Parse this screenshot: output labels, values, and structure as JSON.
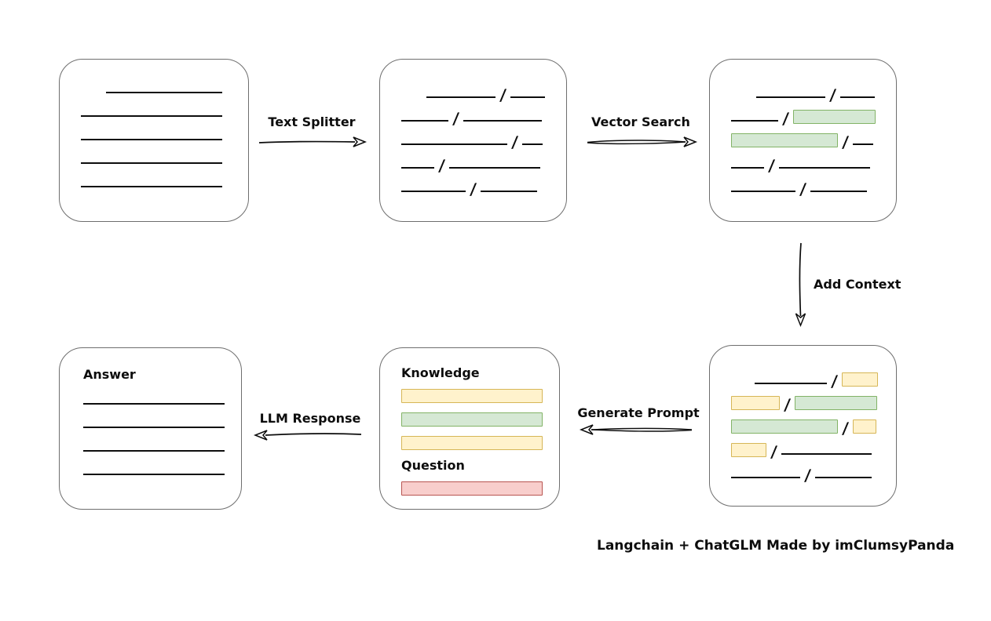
{
  "colors": {
    "background": "#ffffff",
    "box_border": "#6e6e6e",
    "line": "#0d0d0d",
    "green_fill": "#d5e8d4",
    "green_border": "#82b366",
    "yellow_fill": "#fff2cc",
    "yellow_border": "#d6b656",
    "red_fill": "#f8cecc",
    "red_border": "#b85450"
  },
  "arrows": {
    "text_splitter": {
      "label": "Text Splitter"
    },
    "vector_search": {
      "label": "Vector Search"
    },
    "add_context": {
      "label": "Add Context"
    },
    "generate_prompt": {
      "label": "Generate Prompt"
    },
    "llm_response": {
      "label": "LLM Response"
    }
  },
  "nodes": {
    "document": {
      "rows": [
        {
          "indent": 32,
          "segments": [
            {
              "kind": "line",
              "w": 148
            }
          ]
        },
        {
          "segments": [
            {
              "kind": "line",
              "w": 180
            }
          ]
        },
        {
          "segments": [
            {
              "kind": "line",
              "w": 180
            }
          ]
        },
        {
          "segments": [
            {
              "kind": "line",
              "w": 180
            }
          ]
        },
        {
          "segments": [
            {
              "kind": "line",
              "w": 180
            }
          ]
        }
      ]
    },
    "split_text": {
      "rows": [
        {
          "indent": 32,
          "segments": [
            {
              "kind": "line",
              "w": 88
            },
            {
              "kind": "slash"
            },
            {
              "kind": "line",
              "w": 44
            }
          ]
        },
        {
          "segments": [
            {
              "kind": "line",
              "w": 60
            },
            {
              "kind": "slash"
            },
            {
              "kind": "line",
              "w": 100
            }
          ]
        },
        {
          "segments": [
            {
              "kind": "line",
              "w": 135
            },
            {
              "kind": "slash"
            },
            {
              "kind": "line",
              "w": 26
            }
          ]
        },
        {
          "segments": [
            {
              "kind": "line",
              "w": 42
            },
            {
              "kind": "slash"
            },
            {
              "kind": "line",
              "w": 116
            }
          ]
        },
        {
          "segments": [
            {
              "kind": "line",
              "w": 82
            },
            {
              "kind": "slash"
            },
            {
              "kind": "line",
              "w": 72
            }
          ]
        }
      ]
    },
    "vector_result": {
      "rows": [
        {
          "indent": 32,
          "segments": [
            {
              "kind": "line",
              "w": 88
            },
            {
              "kind": "slash"
            },
            {
              "kind": "line",
              "w": 44
            }
          ]
        },
        {
          "segments": [
            {
              "kind": "line",
              "w": 60
            },
            {
              "kind": "slash"
            },
            {
              "kind": "chunk",
              "color": "green",
              "w": 105
            }
          ]
        },
        {
          "segments": [
            {
              "kind": "chunk",
              "color": "green",
              "w": 136
            },
            {
              "kind": "slash"
            },
            {
              "kind": "line",
              "w": 26
            }
          ]
        },
        {
          "segments": [
            {
              "kind": "line",
              "w": 42
            },
            {
              "kind": "slash"
            },
            {
              "kind": "line",
              "w": 116
            }
          ]
        },
        {
          "segments": [
            {
              "kind": "line",
              "w": 82
            },
            {
              "kind": "slash"
            },
            {
              "kind": "line",
              "w": 72
            }
          ]
        }
      ]
    },
    "context": {
      "rows": [
        {
          "indent": 30,
          "segments": [
            {
              "kind": "line",
              "w": 92
            },
            {
              "kind": "slash"
            },
            {
              "kind": "chunk",
              "color": "yellow",
              "w": 46
            }
          ]
        },
        {
          "segments": [
            {
              "kind": "chunk",
              "color": "yellow",
              "w": 62
            },
            {
              "kind": "slash"
            },
            {
              "kind": "chunk",
              "color": "green",
              "w": 105
            }
          ]
        },
        {
          "segments": [
            {
              "kind": "chunk",
              "color": "green",
              "w": 136
            },
            {
              "kind": "slash"
            },
            {
              "kind": "chunk",
              "color": "yellow",
              "w": 30
            }
          ]
        },
        {
          "segments": [
            {
              "kind": "chunk",
              "color": "yellow",
              "w": 45
            },
            {
              "kind": "slash"
            },
            {
              "kind": "line",
              "w": 115
            }
          ]
        },
        {
          "segments": [
            {
              "kind": "line",
              "w": 88
            },
            {
              "kind": "slash"
            },
            {
              "kind": "line",
              "w": 72
            }
          ]
        }
      ]
    },
    "prompt": {
      "knowledge_label": "Knowledge",
      "question_label": "Question",
      "knowledge_rows": [
        {
          "segments": [
            {
              "kind": "chunk",
              "color": "yellow",
              "w": 180
            }
          ]
        },
        {
          "segments": [
            {
              "kind": "chunk",
              "color": "green",
              "w": 180
            }
          ]
        },
        {
          "segments": [
            {
              "kind": "chunk",
              "color": "yellow",
              "w": 180
            }
          ]
        }
      ],
      "question_rows": [
        {
          "segments": [
            {
              "kind": "chunk",
              "color": "red",
              "w": 180
            }
          ]
        }
      ]
    },
    "answer": {
      "label": "Answer",
      "rows": [
        {
          "segments": [
            {
              "kind": "line",
              "w": 180
            }
          ]
        },
        {
          "segments": [
            {
              "kind": "line",
              "w": 180
            }
          ]
        },
        {
          "segments": [
            {
              "kind": "line",
              "w": 180
            }
          ]
        },
        {
          "segments": [
            {
              "kind": "line",
              "w": 180
            }
          ]
        }
      ]
    }
  },
  "caption": "Langchain + ChatGLM Made by imClumsyPanda"
}
